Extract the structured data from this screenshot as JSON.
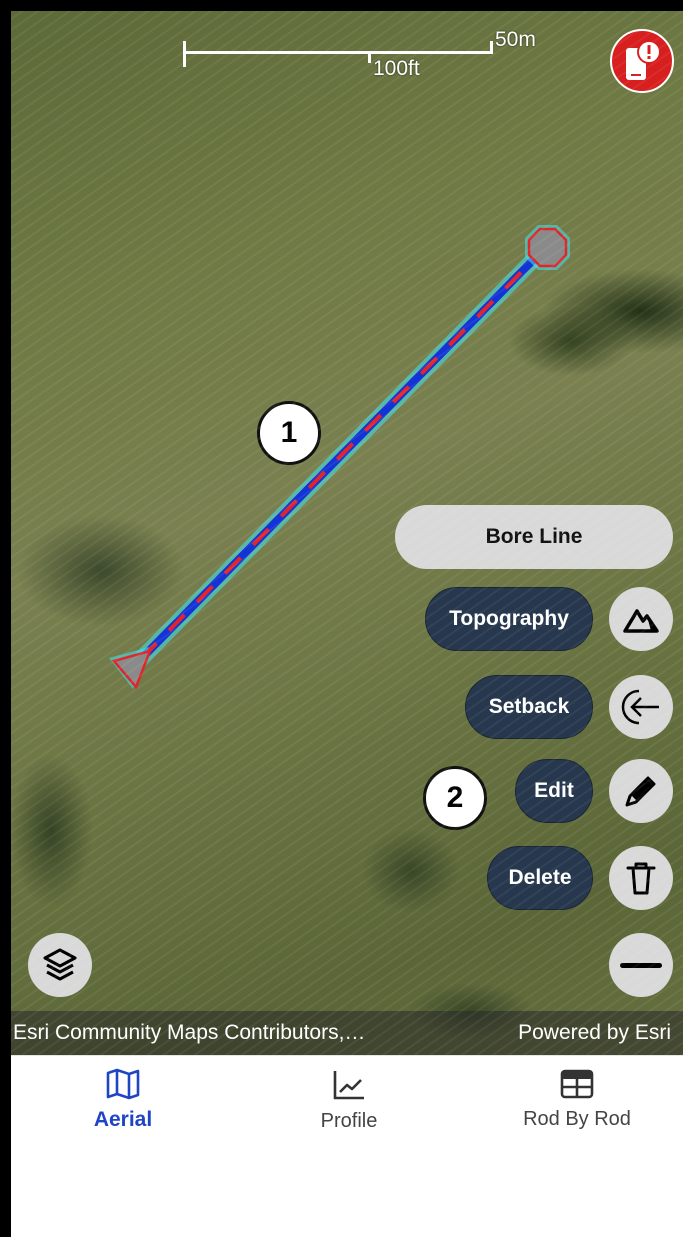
{
  "map": {
    "scale": {
      "metric": "50m",
      "imperial": "100ft"
    },
    "callouts": {
      "first": "1",
      "second": "2"
    },
    "attribution": {
      "left": "Esri Community Maps Contributors,…",
      "right": "Powered by Esri"
    },
    "bore_line_colors": {
      "main": "#1433d6",
      "dash": "#e0252b",
      "glow": "#3ee6f0",
      "endpoint": "#8a8a8a"
    }
  },
  "actions": {
    "bore_line": "Bore Line",
    "topography": "Topography",
    "setback": "Setback",
    "edit": "Edit",
    "delete": "Delete"
  },
  "icons": {
    "alert": "phone-alert-icon",
    "topography": "mountain-icon",
    "setback": "arrow-left-circle-icon",
    "edit": "pencil-icon",
    "delete": "trash-icon",
    "collapse": "minus-icon",
    "layers": "layers-icon"
  },
  "bottom_nav": {
    "items": [
      {
        "label": "Aerial",
        "icon": "map-icon",
        "active": true
      },
      {
        "label": "Profile",
        "icon": "line-chart-icon",
        "active": false
      },
      {
        "label": "Rod By Rod",
        "icon": "table-icon",
        "active": false
      }
    ]
  },
  "colors": {
    "accent": "#1f45c4",
    "dark_button": "#26374e",
    "alert": "#d71f1f"
  }
}
